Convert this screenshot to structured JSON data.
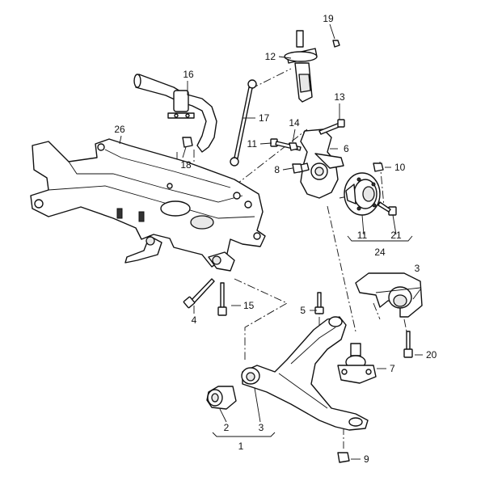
{
  "labels": {
    "l1": "1",
    "l2": "2",
    "l3a": "3",
    "l3b": "3",
    "l4": "4",
    "l5": "5",
    "l6": "6",
    "l7": "7",
    "l8": "8",
    "l9": "9",
    "l10": "10",
    "l11a": "11",
    "l11b": "11",
    "l12": "12",
    "l13": "13",
    "l14": "14",
    "l15": "15",
    "l16": "16",
    "l17": "17",
    "l18": "18",
    "l19": "19",
    "l20": "20",
    "l21": "21",
    "l24": "24",
    "l26": "26"
  }
}
